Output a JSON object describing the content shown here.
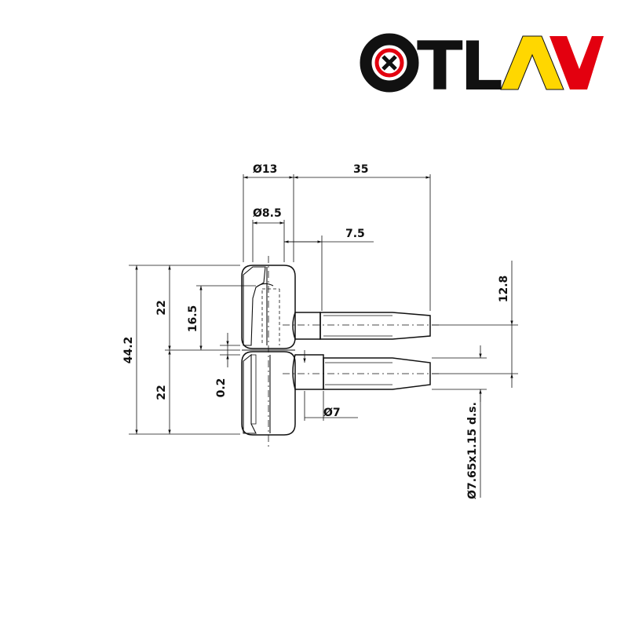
{
  "brand": {
    "name": "OTLAV",
    "letters": [
      "T",
      "L"
    ],
    "colors": {
      "black": "#111111",
      "red": "#e3000f",
      "yellow": "#ffd700"
    }
  },
  "dimensions": {
    "d13": "Ø13",
    "l35": "35",
    "d8_5": "Ø8.5",
    "l7_5": "7.5",
    "h12_8": "12.8",
    "h44_2": "44.2",
    "h22_top": "22",
    "h22_bottom": "22",
    "h16_5": "16.5",
    "h0_2": "0.2",
    "d7": "Ø7",
    "pin_spec": "Ø7.65x1.15 d.s."
  }
}
